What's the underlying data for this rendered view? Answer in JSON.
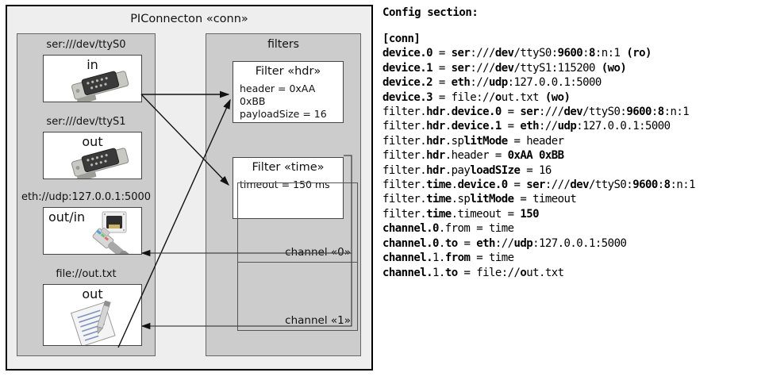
{
  "diagram": {
    "title": "PIConnecton «conn»",
    "devices_group": {
      "title": "",
      "items": [
        {
          "label": "ser:///dev/ttyS0",
          "direction": "in",
          "icon": "serial-port-icon"
        },
        {
          "label": "ser:///dev/ttyS1",
          "direction": "out",
          "icon": "serial-port-icon"
        },
        {
          "label": "eth://udp:127.0.0.1:5000",
          "direction": "out/in",
          "icon": "ethernet-jack-icon"
        },
        {
          "label": "file://out.txt",
          "direction": "out",
          "icon": "text-file-icon"
        }
      ]
    },
    "filters_group": {
      "title": "filters",
      "items": [
        {
          "title": "Filter «hdr»",
          "lines": [
            "header = 0xAA 0xBB",
            "payloadSize = 16"
          ]
        },
        {
          "title": "Filter «time»",
          "lines": [
            "timeout = 150 ms"
          ]
        }
      ]
    },
    "channels": [
      {
        "label": "channel «0»"
      },
      {
        "label": "channel «1»"
      }
    ]
  },
  "config": {
    "heading": "Config section:",
    "lines": [
      [
        {
          "t": "[conn]",
          "b": true
        }
      ],
      [
        {
          "t": "device.0",
          "b": true
        },
        {
          "t": " = ",
          "b": false
        },
        {
          "t": "ser",
          "b": true
        },
        {
          "t": ":///",
          "b": false
        },
        {
          "t": "dev",
          "b": true
        },
        {
          "t": "/ttyS0:",
          "b": false
        },
        {
          "t": "9600",
          "b": true
        },
        {
          "t": ":",
          "b": false
        },
        {
          "t": "8",
          "b": true
        },
        {
          "t": ":n:1 ",
          "b": false
        },
        {
          "t": "(ro)",
          "b": true
        }
      ],
      [
        {
          "t": "device.1",
          "b": true
        },
        {
          "t": " = ",
          "b": false
        },
        {
          "t": "ser",
          "b": true
        },
        {
          "t": ":///",
          "b": false
        },
        {
          "t": "dev",
          "b": true
        },
        {
          "t": "/ttyS1:115200 ",
          "b": false
        },
        {
          "t": "(wo)",
          "b": true
        }
      ],
      [
        {
          "t": "device.2",
          "b": true
        },
        {
          "t": " = ",
          "b": false
        },
        {
          "t": "eth",
          "b": true
        },
        {
          "t": "://",
          "b": false
        },
        {
          "t": "udp",
          "b": true
        },
        {
          "t": ":127.0.0.1:5000",
          "b": false
        }
      ],
      [
        {
          "t": "device.3",
          "b": true
        },
        {
          "t": " = file://",
          "b": false
        },
        {
          "t": "o",
          "b": true
        },
        {
          "t": "ut.txt ",
          "b": false
        },
        {
          "t": "(wo)",
          "b": true
        }
      ],
      [
        {
          "t": "filter.",
          "b": false
        },
        {
          "t": "hdr",
          "b": true
        },
        {
          "t": ".",
          "b": false
        },
        {
          "t": "device.0",
          "b": true
        },
        {
          "t": " = ",
          "b": false
        },
        {
          "t": "ser",
          "b": true
        },
        {
          "t": ":///",
          "b": false
        },
        {
          "t": "dev",
          "b": true
        },
        {
          "t": "/ttyS0:",
          "b": false
        },
        {
          "t": "9600",
          "b": true
        },
        {
          "t": ":",
          "b": false
        },
        {
          "t": "8",
          "b": true
        },
        {
          "t": ":n:1",
          "b": false
        }
      ],
      [
        {
          "t": "filter.",
          "b": false
        },
        {
          "t": "hdr",
          "b": true
        },
        {
          "t": ".",
          "b": false
        },
        {
          "t": "device.1",
          "b": true
        },
        {
          "t": " = ",
          "b": false
        },
        {
          "t": "eth",
          "b": true
        },
        {
          "t": "://",
          "b": false
        },
        {
          "t": "udp",
          "b": true
        },
        {
          "t": ":127.0.0.1:5000",
          "b": false
        }
      ],
      [
        {
          "t": "filter.",
          "b": false
        },
        {
          "t": "hdr",
          "b": true
        },
        {
          "t": ".sp",
          "b": false
        },
        {
          "t": "litMode",
          "b": true
        },
        {
          "t": " = header",
          "b": false
        }
      ],
      [
        {
          "t": "filter.",
          "b": false
        },
        {
          "t": "hdr",
          "b": true
        },
        {
          "t": ".header = ",
          "b": false
        },
        {
          "t": "0xAA 0xBB",
          "b": true
        }
      ],
      [
        {
          "t": "filter.",
          "b": false
        },
        {
          "t": "hdr",
          "b": true
        },
        {
          "t": ".pay",
          "b": false
        },
        {
          "t": "loadSIze",
          "b": true
        },
        {
          "t": " = 16",
          "b": false
        }
      ],
      [
        {
          "t": "filter.",
          "b": false
        },
        {
          "t": "time",
          "b": true
        },
        {
          "t": ".",
          "b": false
        },
        {
          "t": "device.0",
          "b": true
        },
        {
          "t": " = ",
          "b": false
        },
        {
          "t": "ser",
          "b": true
        },
        {
          "t": ":///",
          "b": false
        },
        {
          "t": "dev",
          "b": true
        },
        {
          "t": "/ttyS0:",
          "b": false
        },
        {
          "t": "9600",
          "b": true
        },
        {
          "t": ":",
          "b": false
        },
        {
          "t": "8",
          "b": true
        },
        {
          "t": ":n:1",
          "b": false
        }
      ],
      [
        {
          "t": "filter.",
          "b": false
        },
        {
          "t": "time",
          "b": true
        },
        {
          "t": ".sp",
          "b": false
        },
        {
          "t": "litMode",
          "b": true
        },
        {
          "t": " = timeout",
          "b": false
        }
      ],
      [
        {
          "t": "filter.",
          "b": false
        },
        {
          "t": "time",
          "b": true
        },
        {
          "t": ".timeout = ",
          "b": false
        },
        {
          "t": "150",
          "b": true
        }
      ],
      [
        {
          "t": "channel.",
          "b": true
        },
        {
          "t": "0",
          "b": true
        },
        {
          "t": ".from = time",
          "b": false
        }
      ],
      [
        {
          "t": "channel.",
          "b": true
        },
        {
          "t": "0",
          "b": true
        },
        {
          "t": ".",
          "b": false
        },
        {
          "t": "to",
          "b": true
        },
        {
          "t": " = ",
          "b": false
        },
        {
          "t": "eth",
          "b": true
        },
        {
          "t": "://",
          "b": false
        },
        {
          "t": "udp",
          "b": true
        },
        {
          "t": ":127.0.0.1:5000",
          "b": false
        }
      ],
      [
        {
          "t": "channel.",
          "b": true
        },
        {
          "t": "1",
          "b": false
        },
        {
          "t": ".",
          "b": false
        },
        {
          "t": "from",
          "b": true
        },
        {
          "t": " = time",
          "b": false
        }
      ],
      [
        {
          "t": "channel.",
          "b": true
        },
        {
          "t": "1",
          "b": false
        },
        {
          "t": ".",
          "b": false
        },
        {
          "t": "to",
          "b": true
        },
        {
          "t": " = file://",
          "b": false
        },
        {
          "t": "o",
          "b": true
        },
        {
          "t": "ut.txt",
          "b": false
        }
      ]
    ]
  }
}
